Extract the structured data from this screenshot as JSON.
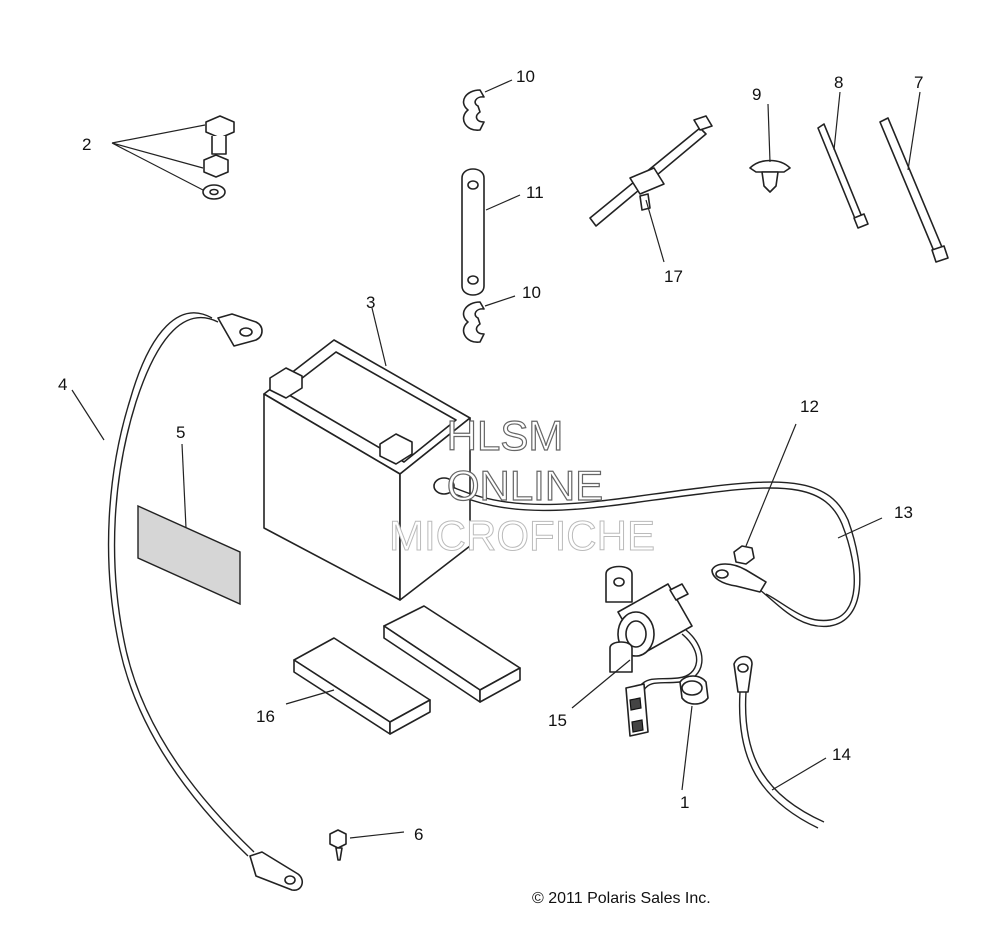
{
  "callouts": [
    "1",
    "2",
    "3",
    "4",
    "5",
    "6",
    "7",
    "8",
    "9",
    "10",
    "10",
    "11",
    "12",
    "13",
    "14",
    "15",
    "16",
    "17"
  ],
  "watermark": {
    "line1": "HLSM",
    "line2": "ONLINE",
    "line3": "MICROFICHE"
  },
  "copyright": "© 2011 Polaris Sales Inc."
}
